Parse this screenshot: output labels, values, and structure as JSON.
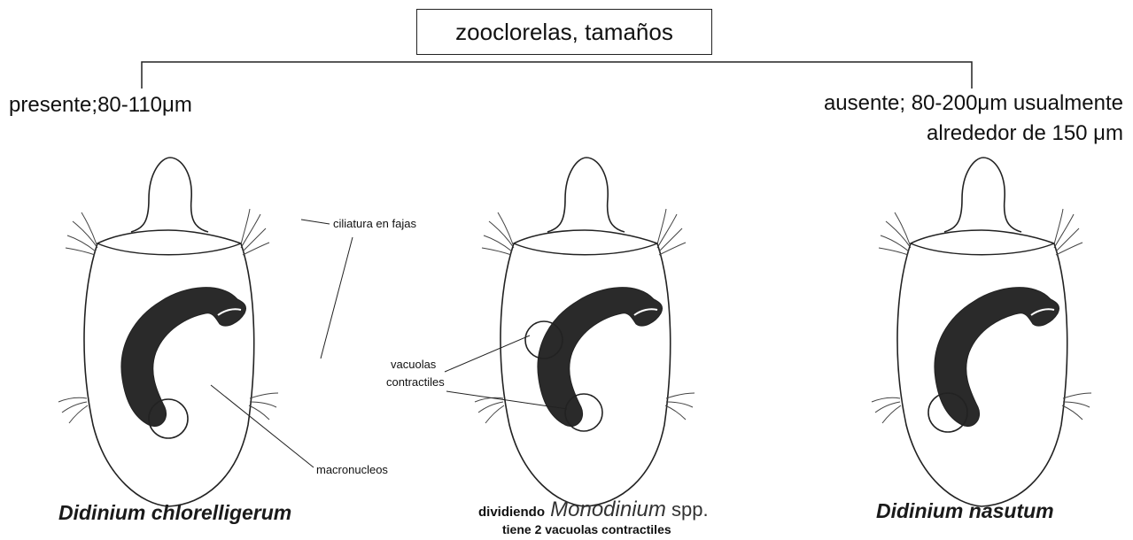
{
  "header": {
    "title": "zooclorelas, tamaños"
  },
  "branches": {
    "left": "presente;80-110μm",
    "right_line1": "ausente; 80-200μm usualmente",
    "right_line2": "alrededor de 150 μm"
  },
  "callouts": {
    "ciliatura": "ciliatura en fajas",
    "vacuolas_line1": "vacuolas",
    "vacuolas_line2": "contractiles",
    "macronucleos": "macronucleos"
  },
  "species": {
    "left": "Didinium chlorelligerum",
    "middle_prefix": "dividiendo",
    "middle_genus": "Monodinium",
    "middle_suffix": "spp.",
    "middle_note": "tiene 2 vacuolas contractiles",
    "right": "Didinium nasutum"
  },
  "colors": {
    "line": "#222222",
    "macronucleus": "#2a2a2a"
  }
}
